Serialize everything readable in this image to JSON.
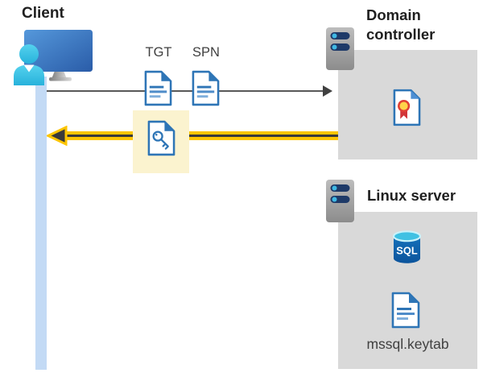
{
  "client": {
    "label": "Client"
  },
  "flow": {
    "tgt_label": "TGT",
    "spn_label": "SPN"
  },
  "domain_controller": {
    "label": "Domain controller"
  },
  "linux_server": {
    "label": "Linux server",
    "sql_badge": "SQL",
    "keytab_label": "mssql.keytab"
  },
  "colors": {
    "highlight_gold": "#FDC500",
    "highlight_box_yellow": "#FBF3CF",
    "panel_gray": "#D9D9D9",
    "icon_blue": "#2E75B6",
    "client_bar_blue": "#C3DAF5",
    "arrow_gray": "#595959",
    "seal_red": "#D13438",
    "seal_yellow": "#FFD24A",
    "person_cyan": "#3BC7E8"
  }
}
